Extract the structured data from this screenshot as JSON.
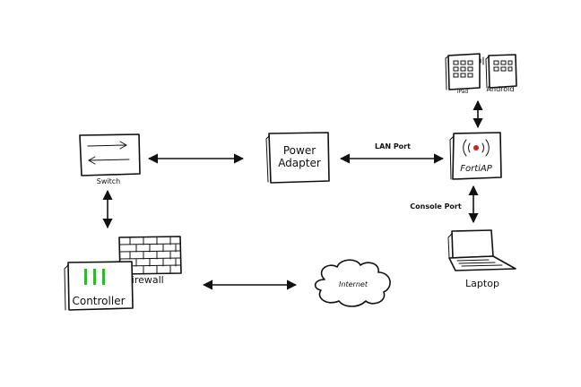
{
  "nodes": {
    "switch": {
      "label": "Switch"
    },
    "power_adapter": {
      "line1": "Power",
      "line2": "Adapter"
    },
    "fortiap": {
      "label": "FortiAP"
    },
    "ipad": {
      "label": "iPad"
    },
    "android": {
      "label": "Android"
    },
    "laptop": {
      "label": "Laptop"
    },
    "internet": {
      "label": "Internet"
    },
    "firewall": {
      "label": "Firewall"
    },
    "controller": {
      "label": "Controller"
    }
  },
  "edges": {
    "lan_port": {
      "label": "LAN Port"
    },
    "console_port": {
      "label": "Console Port"
    }
  },
  "colors": {
    "controller_bars": "#2eb82e",
    "fortiap_dot": "#cc2222",
    "ink": "#111111"
  }
}
